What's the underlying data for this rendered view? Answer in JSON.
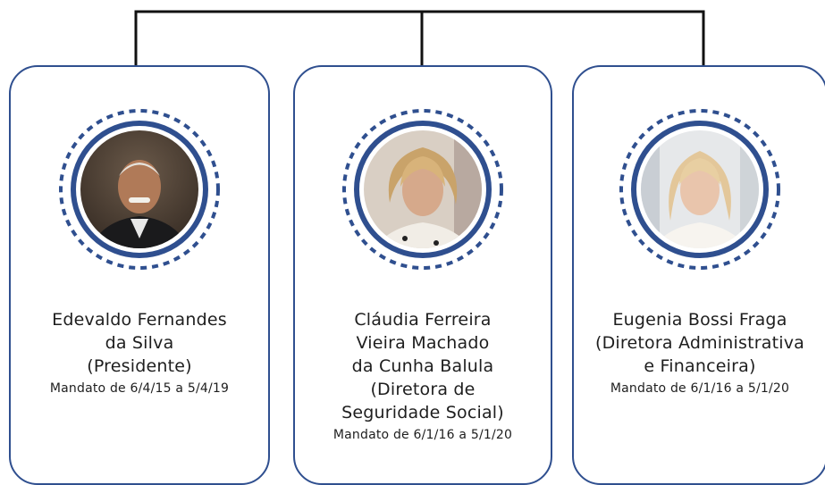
{
  "members": [
    {
      "name_lines": [
        "Edevaldo Fernandes",
        "da Silva",
        "(Presidente)"
      ],
      "mandate": "Mandato de 6/4/15 a 5/4/19",
      "photo_icon": "man-portrait-icon"
    },
    {
      "name_lines": [
        "Cláudia Ferreira",
        "Vieira Machado",
        "da Cunha Balula",
        "(Diretora de",
        "Seguridade Social)"
      ],
      "mandate": "Mandato de 6/1/16 a 5/1/20",
      "photo_icon": "woman-portrait-icon"
    },
    {
      "name_lines": [
        "Eugenia Bossi Fraga",
        "(Diretora Administrativa",
        "e Financeira)"
      ],
      "mandate": "Mandato de 6/1/16 a 5/1/20",
      "photo_icon": "woman-portrait-icon"
    }
  ],
  "colors": {
    "accent": "#2f4f8f",
    "connector": "#111111"
  }
}
